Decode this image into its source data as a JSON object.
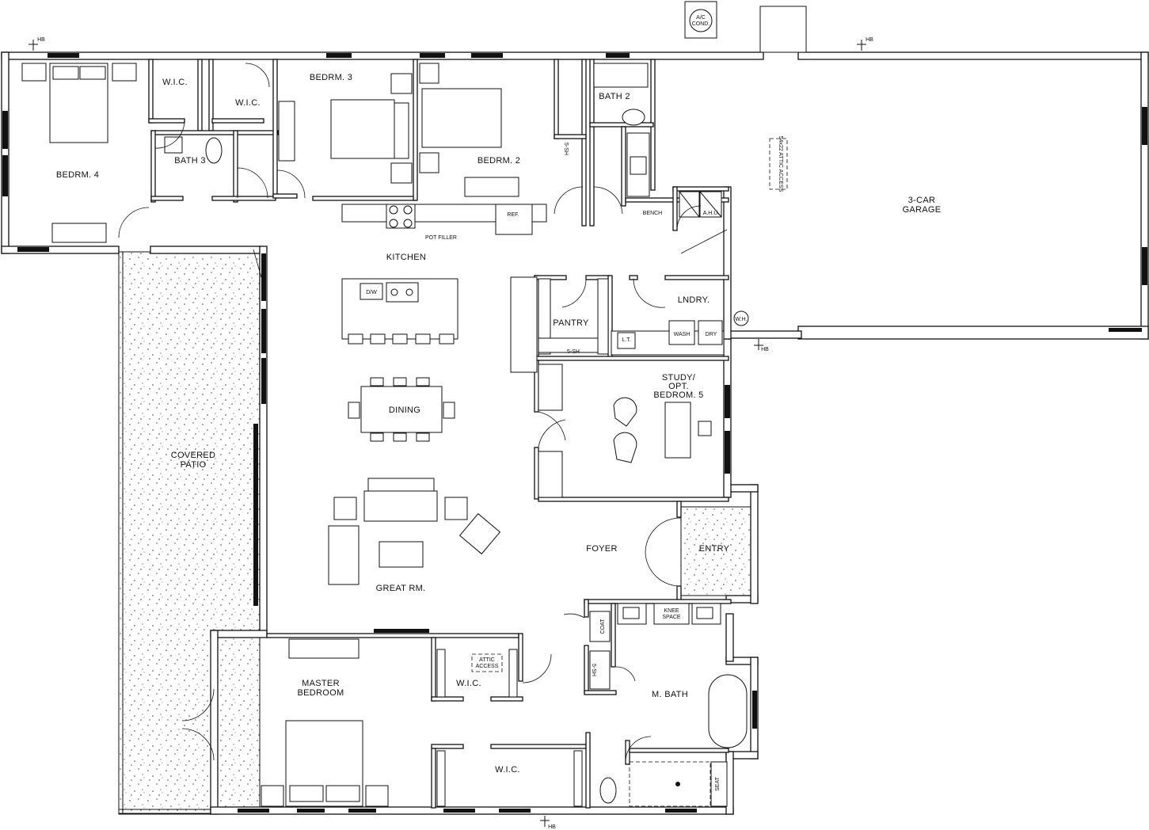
{
  "plan": {
    "rooms": {
      "bedrm4": "BEDRM. 4",
      "wic1": "W.I.C.",
      "wic2": "W.I.C.",
      "bath3": "BATH 3",
      "bedrm3": "BEDRM. 3",
      "bedrm2": "BEDRM. 2",
      "bath2": "BATH 2",
      "garage_l1": "3-CAR",
      "garage_l2": "GARAGE",
      "kitchen": "KITCHEN",
      "pantry": "PANTRY",
      "lndry": "LNDRY.",
      "study_l1": "STUDY/",
      "study_l2": "OPT.",
      "study_l3": "BEDROM. 5",
      "dining": "DINING",
      "covered_l1": "COVERED",
      "covered_l2": "PATIO",
      "foyer": "FOYER",
      "entry": "ENTRY",
      "great_rm": "GREAT RM.",
      "master_l1": "MASTER",
      "master_l2": "BEDROOM",
      "wic_master1": "W.I.C.",
      "wic_master2": "W.I.C.",
      "m_bath": "M. BATH"
    },
    "notes": {
      "ac_cond_l1": "A/C",
      "ac_cond_l2": "COND.",
      "pot_filler": "POT FILLER",
      "ref": "REF.",
      "dw": "D/W",
      "bench": "BENCH",
      "ahu": "A.H.U.",
      "wh": "W.H.",
      "wash": "WASH",
      "dry": "DRY",
      "lt": "L.T.",
      "sh_pantry": "5-SH",
      "sh_bath2": "5-SH",
      "sh_master": "5-SH",
      "coat": "COAT",
      "knee_l1": "KNEE",
      "knee_l2": "SPACE",
      "attic_l1": "ATTIC",
      "attic_l2": "ACCESS",
      "garage_attic": "54x22 ATTIC ACCESS",
      "seat": "SEAT",
      "hb1": "HB",
      "hb2": "HB",
      "hb3": "HB",
      "hb4": "HB"
    }
  }
}
